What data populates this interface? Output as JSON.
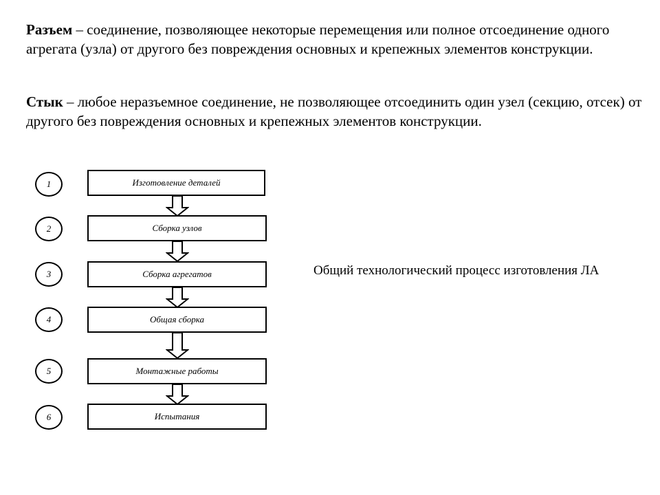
{
  "definitions": [
    {
      "term": "Разъем",
      "text": " – соединение, позволяющее некоторые перемещения или полное отсоединение одного агрегата (узла) от другого без повреждения основных и крепежных элементов конструкции."
    },
    {
      "term": "Стык",
      "text": " – любое неразъемное соединение, не позволяющее отсоединить один узел (секцию, отсек) от другого без повреждения основных и крепежных элементов конструкции."
    }
  ],
  "flowchart": {
    "steps": [
      {
        "number": "1",
        "label": "Изготовление деталей"
      },
      {
        "number": "2",
        "label": "Сборка узлов"
      },
      {
        "number": "3",
        "label": "Сборка агрегатов"
      },
      {
        "number": "4",
        "label": "Общая сборка"
      },
      {
        "number": "5",
        "label": "Монтажные работы"
      },
      {
        "number": "6",
        "label": "Испытания"
      }
    ],
    "caption": "Общий технологический процесс изготовления ЛА"
  }
}
